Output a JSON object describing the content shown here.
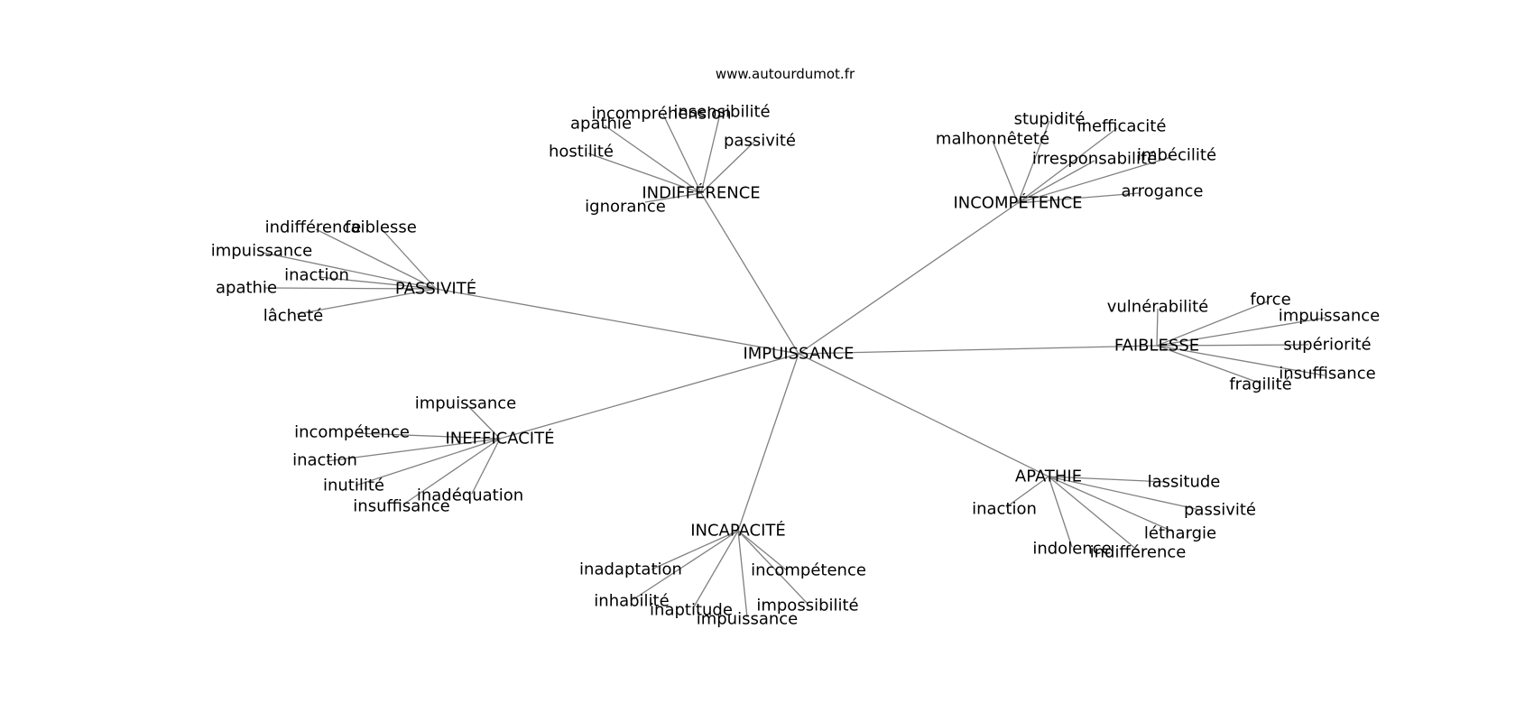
{
  "site": "www.autourdumot.fr",
  "center": "IMPUISSANCE",
  "clusters": [
    {
      "hub": "INDIFFÉRENCE",
      "leaves": [
        "incompréhension",
        "insensibilité",
        "apathie",
        "passivité",
        "hostilité",
        "ignorance"
      ]
    },
    {
      "hub": "INCOMPÉTENCE",
      "leaves": [
        "stupidité",
        "inefficacité",
        "malhonnêteté",
        "irresponsabilité",
        "imbécilité",
        "arrogance"
      ]
    },
    {
      "hub": "PASSIVITÉ",
      "leaves": [
        "indifférence",
        "faiblesse",
        "impuissance",
        "inaction",
        "apathie",
        "lâcheté"
      ]
    },
    {
      "hub": "FAIBLESSE",
      "leaves": [
        "vulnérabilité",
        "force",
        "impuissance",
        "supériorité",
        "insuffisance",
        "fragilité"
      ]
    },
    {
      "hub": "INEFFICACITÉ",
      "leaves": [
        "impuissance",
        "incompétence",
        "inaction",
        "inutilité",
        "inadéquation",
        "insuffisance"
      ]
    },
    {
      "hub": "APATHIE",
      "leaves": [
        "lassitude",
        "inaction",
        "passivité",
        "léthargie",
        "indolence",
        "indifférence"
      ]
    },
    {
      "hub": "INCAPACITÉ",
      "leaves": [
        "inadaptation",
        "incompétence",
        "inhabilité",
        "impossibilité",
        "inaptitude",
        "impuissance"
      ]
    }
  ]
}
